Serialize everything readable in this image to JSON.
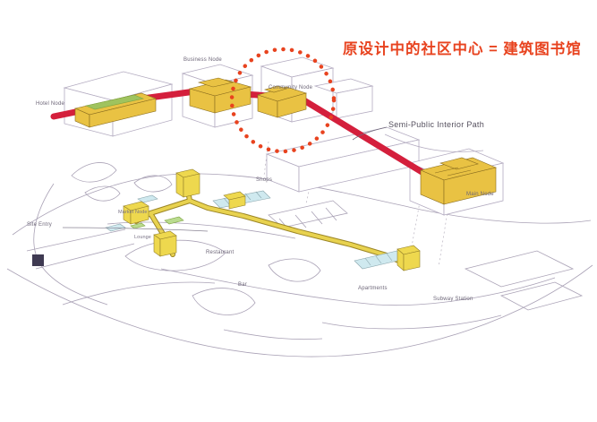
{
  "title": {
    "text": "原设计中的社区中心 = 建筑图书馆"
  },
  "labels": {
    "hotel_node": "Hotel Node",
    "business_node": "Business Node",
    "community_node": "Community Node",
    "semi_public_path": "Semi-Public Interior Path",
    "main_node": "Main Node",
    "site_entry": "Site Entry",
    "market_node": "Market Node",
    "lounge": "Lounge",
    "shops": "Shops",
    "restaurant": "Restaurant",
    "bar": "Bar",
    "apartments": "Apartments",
    "subway_station": "Subway Station"
  },
  "colors": {
    "annotation_orange": "#e8431f",
    "interior_path_red": "#d41f3c",
    "node_yellow": "#e9c243",
    "walkway_yellow": "#e8d24f",
    "building_cyan": "#cfe9ef",
    "roof_green": "#9fc35e",
    "linework_gray": "#aaa2b6"
  }
}
